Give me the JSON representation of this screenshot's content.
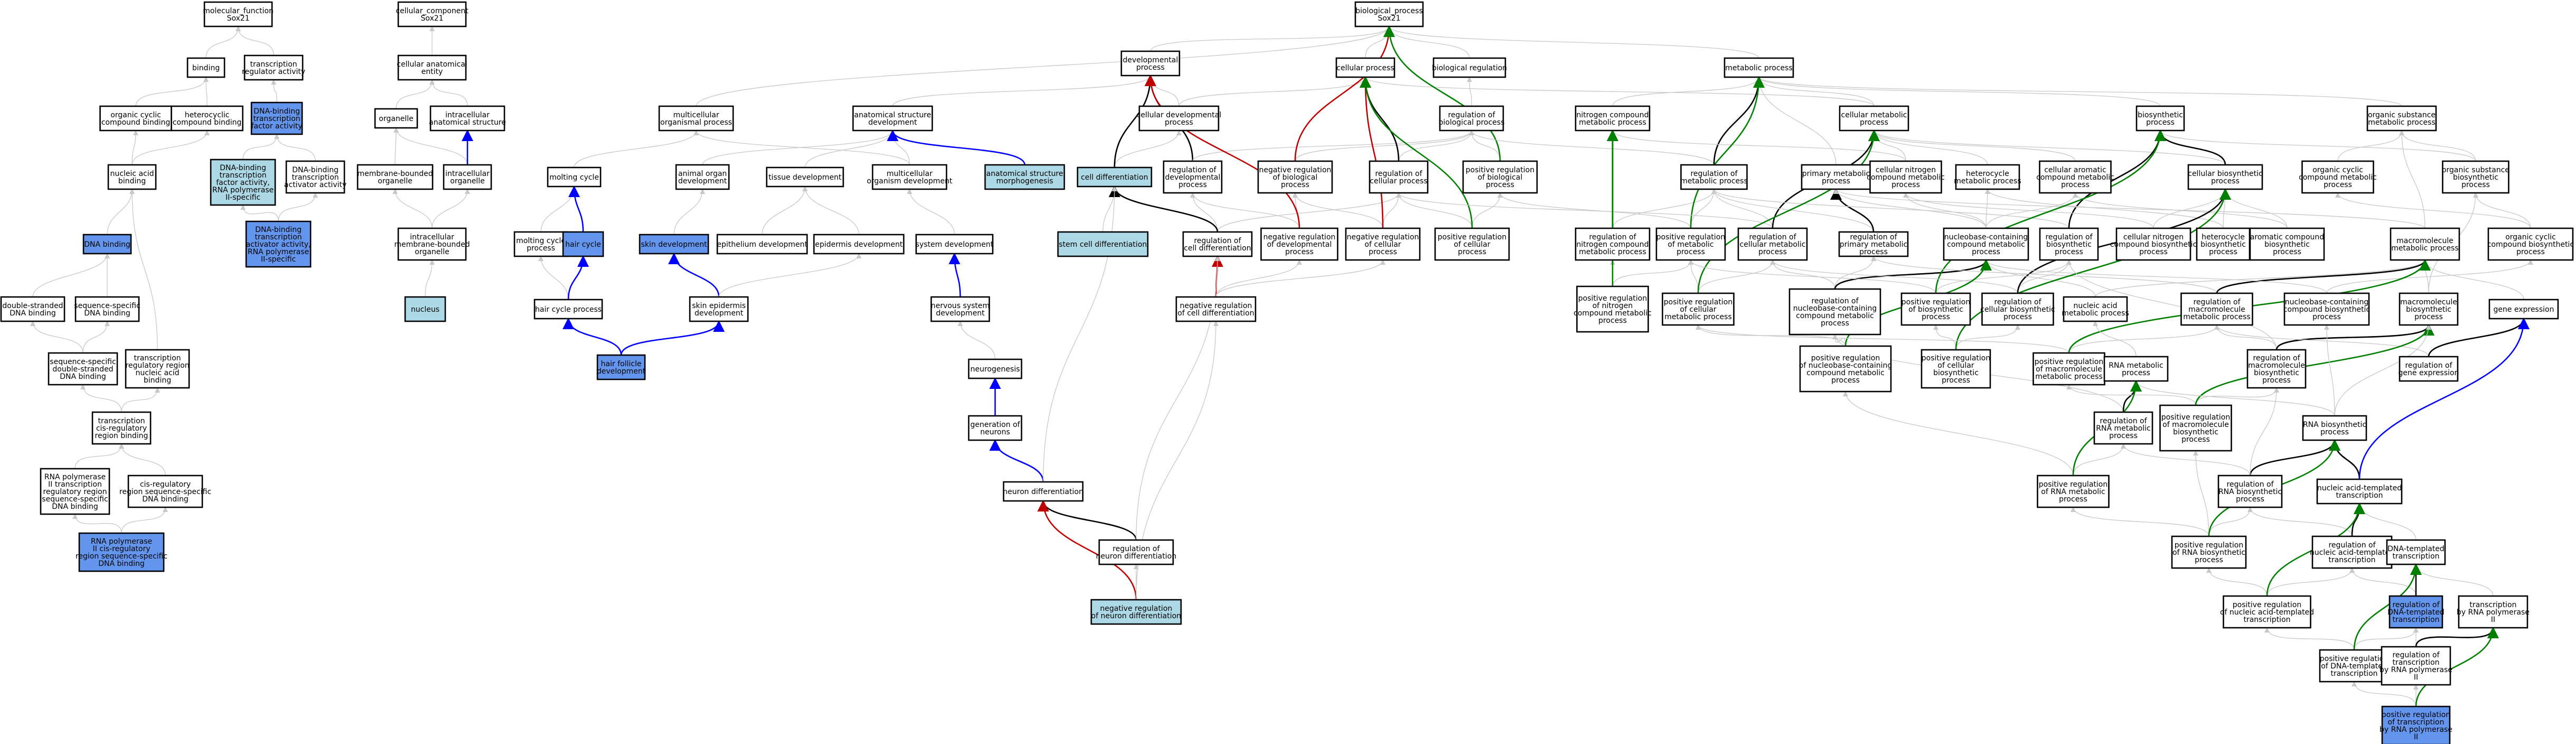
{
  "colors": {
    "white": "#ffffff",
    "light": "#add8e6",
    "blue": "#6495ed",
    "edge_default": "#c8c8c8",
    "edge_black": "#000000",
    "edge_blue": "#0000ff",
    "edge_green": "#008000",
    "edge_red": "#c00000"
  },
  "nodes": [
    {
      "id": "mf",
      "label": [
        "molecular_function",
        "Sox21"
      ],
      "fill": "white"
    },
    {
      "id": "cc",
      "label": [
        "cellular_component",
        "Sox21"
      ],
      "fill": "white"
    },
    {
      "id": "binding",
      "label": [
        "binding"
      ],
      "fill": "white"
    },
    {
      "id": "tra",
      "label": [
        "transcription",
        "regulator activity"
      ],
      "fill": "white"
    },
    {
      "id": "cae",
      "label": [
        "cellular anatomical",
        "entity"
      ],
      "fill": "white"
    },
    {
      "id": "occb",
      "label": [
        "organic cyclic",
        "compound binding"
      ],
      "fill": "white"
    },
    {
      "id": "hccb",
      "label": [
        "heterocyclic",
        "compound binding"
      ],
      "fill": "white"
    },
    {
      "id": "dbtfa",
      "label": [
        "DNA-binding",
        "transcription",
        "factor activity"
      ],
      "fill": "blue"
    },
    {
      "id": "organelle",
      "label": [
        "organelle"
      ],
      "fill": "white"
    },
    {
      "id": "ias",
      "label": [
        "intracellular",
        "anatomical structure"
      ],
      "fill": "white"
    },
    {
      "id": "nab",
      "label": [
        "nucleic acid",
        "binding"
      ],
      "fill": "white"
    },
    {
      "id": "dbtfa2",
      "label": [
        "DNA-binding",
        "transcription",
        "factor activity,",
        "RNA polymerase",
        "II-specific"
      ],
      "fill": "light"
    },
    {
      "id": "dbtaa",
      "label": [
        "DNA-binding",
        "transcription",
        "activator activity"
      ],
      "fill": "white"
    },
    {
      "id": "mbo",
      "label": [
        "membrane-bounded",
        "organelle"
      ],
      "fill": "white"
    },
    {
      "id": "io",
      "label": [
        "intracellular",
        "organelle"
      ],
      "fill": "white"
    },
    {
      "id": "dbtaa2",
      "label": [
        "DNA-binding",
        "transcription",
        "activator activity,",
        "RNA polymerase",
        "II-specific"
      ],
      "fill": "blue"
    },
    {
      "id": "imbo",
      "label": [
        "intracellular",
        "membrane-bounded",
        "organelle"
      ],
      "fill": "white"
    },
    {
      "id": "dnab",
      "label": [
        "DNA binding"
      ],
      "fill": "blue"
    },
    {
      "id": "nucleus",
      "label": [
        "nucleus"
      ],
      "fill": "light"
    },
    {
      "id": "dsdna",
      "label": [
        "double-stranded",
        "DNA binding"
      ],
      "fill": "white"
    },
    {
      "id": "ssdna",
      "label": [
        "sequence-specific",
        "DNA binding"
      ],
      "fill": "white"
    },
    {
      "id": "ssdsdna",
      "label": [
        "sequence-specific",
        "double-stranded",
        "DNA binding"
      ],
      "fill": "white"
    },
    {
      "id": "trnab",
      "label": [
        "transcription",
        "regulatory region",
        "nucleic acid",
        "binding"
      ],
      "fill": "white"
    },
    {
      "id": "tcrrb",
      "label": [
        "transcription",
        "cis-regulatory",
        "region binding"
      ],
      "fill": "white"
    },
    {
      "id": "rnap2trr",
      "label": [
        "RNA polymerase",
        "II transcription",
        "regulatory region",
        "sequence-specific",
        "DNA binding"
      ],
      "fill": "white"
    },
    {
      "id": "crrss",
      "label": [
        "cis-regulatory",
        "region sequence-specific",
        "DNA binding"
      ],
      "fill": "white"
    },
    {
      "id": "rnap2crr",
      "label": [
        "RNA polymerase",
        "II cis-regulatory",
        "region sequence-specific",
        "DNA binding"
      ],
      "fill": "blue"
    },
    {
      "id": "bp",
      "label": [
        "biological_process",
        "Sox21"
      ],
      "fill": "white"
    },
    {
      "id": "devp",
      "label": [
        "developmental",
        "process"
      ],
      "fill": "white"
    },
    {
      "id": "cellp",
      "label": [
        "cellular process"
      ],
      "fill": "white"
    },
    {
      "id": "bioreg",
      "label": [
        "biological regulation"
      ],
      "fill": "white"
    },
    {
      "id": "metp",
      "label": [
        "metabolic process"
      ],
      "fill": "white"
    },
    {
      "id": "mop",
      "label": [
        "multicellular",
        "organismal process"
      ],
      "fill": "white"
    },
    {
      "id": "asd",
      "label": [
        "anatomical structure",
        "development"
      ],
      "fill": "white"
    },
    {
      "id": "cdp",
      "label": [
        "cellular developmental",
        "process"
      ],
      "fill": "white"
    },
    {
      "id": "rbp",
      "label": [
        "regulation of",
        "biological process"
      ],
      "fill": "white"
    },
    {
      "id": "ncmp",
      "label": [
        "nitrogen compound",
        "metabolic process"
      ],
      "fill": "white"
    },
    {
      "id": "cmp",
      "label": [
        "cellular metabolic",
        "process"
      ],
      "fill": "white"
    },
    {
      "id": "biosp",
      "label": [
        "biosynthetic",
        "process"
      ],
      "fill": "white"
    },
    {
      "id": "osmp",
      "label": [
        "organic substance",
        "metabolic process"
      ],
      "fill": "white"
    },
    {
      "id": "molc",
      "label": [
        "molting cycle"
      ],
      "fill": "white"
    },
    {
      "id": "aod",
      "label": [
        "animal organ",
        "development"
      ],
      "fill": "white"
    },
    {
      "id": "td",
      "label": [
        "tissue development"
      ],
      "fill": "white"
    },
    {
      "id": "mod",
      "label": [
        "multicellular",
        "organism development"
      ],
      "fill": "white"
    },
    {
      "id": "asm",
      "label": [
        "anatomical structure",
        "morphogenesis"
      ],
      "fill": "light"
    },
    {
      "id": "celldiff",
      "label": [
        "cell differentiation"
      ],
      "fill": "light"
    },
    {
      "id": "rdp",
      "label": [
        "regulation of",
        "developmental",
        "process"
      ],
      "fill": "white"
    },
    {
      "id": "nrbp",
      "label": [
        "negative regulation",
        "of biological",
        "process"
      ],
      "fill": "white"
    },
    {
      "id": "rcp",
      "label": [
        "regulation of",
        "cellular process"
      ],
      "fill": "white"
    },
    {
      "id": "prbp",
      "label": [
        "positive regulation",
        "of biological",
        "process"
      ],
      "fill": "white"
    },
    {
      "id": "rmp",
      "label": [
        "regulation of",
        "metabolic process"
      ],
      "fill": "white"
    },
    {
      "id": "pmp",
      "label": [
        "primary metabolic",
        "process"
      ],
      "fill": "white"
    },
    {
      "id": "cncmp",
      "label": [
        "cellular nitrogen",
        "compound metabolic",
        "process"
      ],
      "fill": "white"
    },
    {
      "id": "hmp",
      "label": [
        "heterocycle",
        "metabolic process"
      ],
      "fill": "white"
    },
    {
      "id": "acmp",
      "label": [
        "cellular aromatic",
        "compound metabolic",
        "process"
      ],
      "fill": "white"
    },
    {
      "id": "cbp",
      "label": [
        "cellular biosynthetic",
        "process"
      ],
      "fill": "white"
    },
    {
      "id": "occmp",
      "label": [
        "organic cyclic",
        "compound metabolic",
        "process"
      ],
      "fill": "white"
    },
    {
      "id": "osbp",
      "label": [
        "organic substance",
        "biosynthetic",
        "process"
      ],
      "fill": "white"
    },
    {
      "id": "mcp",
      "label": [
        "molting cycle",
        "process"
      ],
      "fill": "white"
    },
    {
      "id": "hairc",
      "label": [
        "hair cycle"
      ],
      "fill": "blue"
    },
    {
      "id": "skind",
      "label": [
        "skin development"
      ],
      "fill": "blue"
    },
    {
      "id": "epid",
      "label": [
        "epithelium development"
      ],
      "fill": "white"
    },
    {
      "id": "epidd",
      "label": [
        "epidermis development"
      ],
      "fill": "white"
    },
    {
      "id": "sysd",
      "label": [
        "system development"
      ],
      "fill": "white"
    },
    {
      "id": "scd",
      "label": [
        "stem cell differentiation"
      ],
      "fill": "light"
    },
    {
      "id": "rcd",
      "label": [
        "regulation of",
        "cell differentiation"
      ],
      "fill": "white"
    },
    {
      "id": "nrdp",
      "label": [
        "negative regulation",
        "of developmental",
        "process"
      ],
      "fill": "white"
    },
    {
      "id": "nrcp",
      "label": [
        "negative regulation",
        "of cellular",
        "process"
      ],
      "fill": "white"
    },
    {
      "id": "prcp",
      "label": [
        "positive regulation",
        "of cellular",
        "process"
      ],
      "fill": "white"
    },
    {
      "id": "rncmp",
      "label": [
        "regulation of",
        "nitrogen compound",
        "metabolic process"
      ],
      "fill": "white"
    },
    {
      "id": "prmp",
      "label": [
        "positive regulation",
        "of metabolic",
        "process"
      ],
      "fill": "white"
    },
    {
      "id": "rcmp",
      "label": [
        "regulation of",
        "cellular metabolic",
        "process"
      ],
      "fill": "white"
    },
    {
      "id": "rpmp",
      "label": [
        "regulation of",
        "primary metabolic",
        "process"
      ],
      "fill": "white"
    },
    {
      "id": "nbcmp",
      "label": [
        "nucleobase-containing",
        "compound metabolic",
        "process"
      ],
      "fill": "white"
    },
    {
      "id": "rbiosp",
      "label": [
        "regulation of",
        "biosynthetic",
        "process"
      ],
      "fill": "white"
    },
    {
      "id": "cncbp",
      "label": [
        "cellular nitrogen",
        "compound biosynthetic",
        "process"
      ],
      "fill": "white"
    },
    {
      "id": "hbp",
      "label": [
        "heterocycle",
        "biosynthetic",
        "process"
      ],
      "fill": "white"
    },
    {
      "id": "acbp",
      "label": [
        "aromatic compound",
        "biosynthetic",
        "process"
      ],
      "fill": "white"
    },
    {
      "id": "mmp",
      "label": [
        "macromolecule",
        "metabolic process"
      ],
      "fill": "white"
    },
    {
      "id": "occbp",
      "label": [
        "organic cyclic",
        "compound biosynthetic",
        "process"
      ],
      "fill": "white"
    },
    {
      "id": "hcp",
      "label": [
        "hair cycle process"
      ],
      "fill": "white"
    },
    {
      "id": "sed",
      "label": [
        "skin epidermis",
        "development"
      ],
      "fill": "white"
    },
    {
      "id": "nsd",
      "label": [
        "nervous system",
        "development"
      ],
      "fill": "white"
    },
    {
      "id": "nrcd",
      "label": [
        "negative regulation",
        "of cell differentiation"
      ],
      "fill": "white"
    },
    {
      "id": "prncmp",
      "label": [
        "positive regulation",
        "of nitrogen",
        "compound metabolic",
        "process"
      ],
      "fill": "white"
    },
    {
      "id": "prcmp",
      "label": [
        "positive regulation",
        "of cellular",
        "metabolic process"
      ],
      "fill": "white"
    },
    {
      "id": "rnbcmp",
      "label": [
        "regulation of",
        "nucleobase-containing",
        "compound metabolic",
        "process"
      ],
      "fill": "white"
    },
    {
      "id": "prbiosp",
      "label": [
        "positive regulation",
        "of biosynthetic",
        "process"
      ],
      "fill": "white"
    },
    {
      "id": "rcbp",
      "label": [
        "regulation of",
        "cellular biosynthetic",
        "process"
      ],
      "fill": "white"
    },
    {
      "id": "namp",
      "label": [
        "nucleic acid",
        "metabolic process"
      ],
      "fill": "white"
    },
    {
      "id": "rmmp",
      "label": [
        "regulation of",
        "macromolecule",
        "metabolic process"
      ],
      "fill": "white"
    },
    {
      "id": "nbcbp",
      "label": [
        "nucleobase-containing",
        "compound biosynthetic",
        "process"
      ],
      "fill": "white"
    },
    {
      "id": "mbp",
      "label": [
        "macromolecule",
        "biosynthetic",
        "process"
      ],
      "fill": "white"
    },
    {
      "id": "gexp",
      "label": [
        "gene expression"
      ],
      "fill": "white"
    },
    {
      "id": "hfd",
      "label": [
        "hair follicle",
        "development"
      ],
      "fill": "blue"
    },
    {
      "id": "neurog",
      "label": [
        "neurogenesis"
      ],
      "fill": "white"
    },
    {
      "id": "prnbcmp",
      "label": [
        "positive regulation",
        "of nucleobase-containing",
        "compound metabolic",
        "process"
      ],
      "fill": "white"
    },
    {
      "id": "prcbp",
      "label": [
        "positive regulation",
        "of cellular",
        "biosynthetic",
        "process"
      ],
      "fill": "white"
    },
    {
      "id": "prmmp",
      "label": [
        "positive regulation",
        "of macromolecule",
        "metabolic process"
      ],
      "fill": "white"
    },
    {
      "id": "rnamp",
      "label": [
        "RNA metabolic",
        "process"
      ],
      "fill": "white"
    },
    {
      "id": "rmbp",
      "label": [
        "regulation of",
        "macromolecule",
        "biosynthetic",
        "process"
      ],
      "fill": "white"
    },
    {
      "id": "rge",
      "label": [
        "regulation of",
        "gene expression"
      ],
      "fill": "white"
    },
    {
      "id": "genn",
      "label": [
        "generation of",
        "neurons"
      ],
      "fill": "white"
    },
    {
      "id": "rrnamp",
      "label": [
        "regulation of",
        "RNA metabolic",
        "process"
      ],
      "fill": "white"
    },
    {
      "id": "prmbp",
      "label": [
        "positive regulation",
        "of macromolecule",
        "biosynthetic",
        "process"
      ],
      "fill": "white"
    },
    {
      "id": "rnabp",
      "label": [
        "RNA biosynthetic",
        "process"
      ],
      "fill": "white"
    },
    {
      "id": "nd",
      "label": [
        "neuron differentiation"
      ],
      "fill": "white"
    },
    {
      "id": "prrnamp",
      "label": [
        "positive regulation",
        "of RNA metabolic",
        "process"
      ],
      "fill": "white"
    },
    {
      "id": "rrnabp",
      "label": [
        "regulation of",
        "RNA biosynthetic",
        "process"
      ],
      "fill": "white"
    },
    {
      "id": "natt",
      "label": [
        "nucleic acid-templated",
        "transcription"
      ],
      "fill": "white"
    },
    {
      "id": "rnd",
      "label": [
        "regulation of",
        "neuron differentiation"
      ],
      "fill": "white"
    },
    {
      "id": "prrnabp",
      "label": [
        "positive regulation",
        "of RNA biosynthetic",
        "process"
      ],
      "fill": "white"
    },
    {
      "id": "rnatt",
      "label": [
        "regulation of",
        "nucleic acid-templated",
        "transcription"
      ],
      "fill": "white"
    },
    {
      "id": "dtt",
      "label": [
        "DNA-templated",
        "transcription"
      ],
      "fill": "white"
    },
    {
      "id": "nrnd",
      "label": [
        "negative regulation",
        "of neuron differentiation"
      ],
      "fill": "light"
    },
    {
      "id": "prnatt",
      "label": [
        "positive regulation",
        "of nucleic acid-templated",
        "transcription"
      ],
      "fill": "white"
    },
    {
      "id": "rdtt",
      "label": [
        "regulation of",
        "DNA-templated",
        "transcription"
      ],
      "fill": "blue"
    },
    {
      "id": "trnap",
      "label": [
        "transcription",
        "by RNA polymerase",
        "II"
      ],
      "fill": "white"
    },
    {
      "id": "prdtt",
      "label": [
        "positive regulation",
        "of DNA-templated",
        "transcription"
      ],
      "fill": "white"
    },
    {
      "id": "rtrnap",
      "label": [
        "regulation of",
        "transcription",
        "by RNA polymerase",
        "II"
      ],
      "fill": "white"
    },
    {
      "id": "prtrnap",
      "label": [
        "positive regulation",
        "of transcription",
        "by RNA polymerase",
        "II"
      ],
      "fill": "blue"
    }
  ]
}
